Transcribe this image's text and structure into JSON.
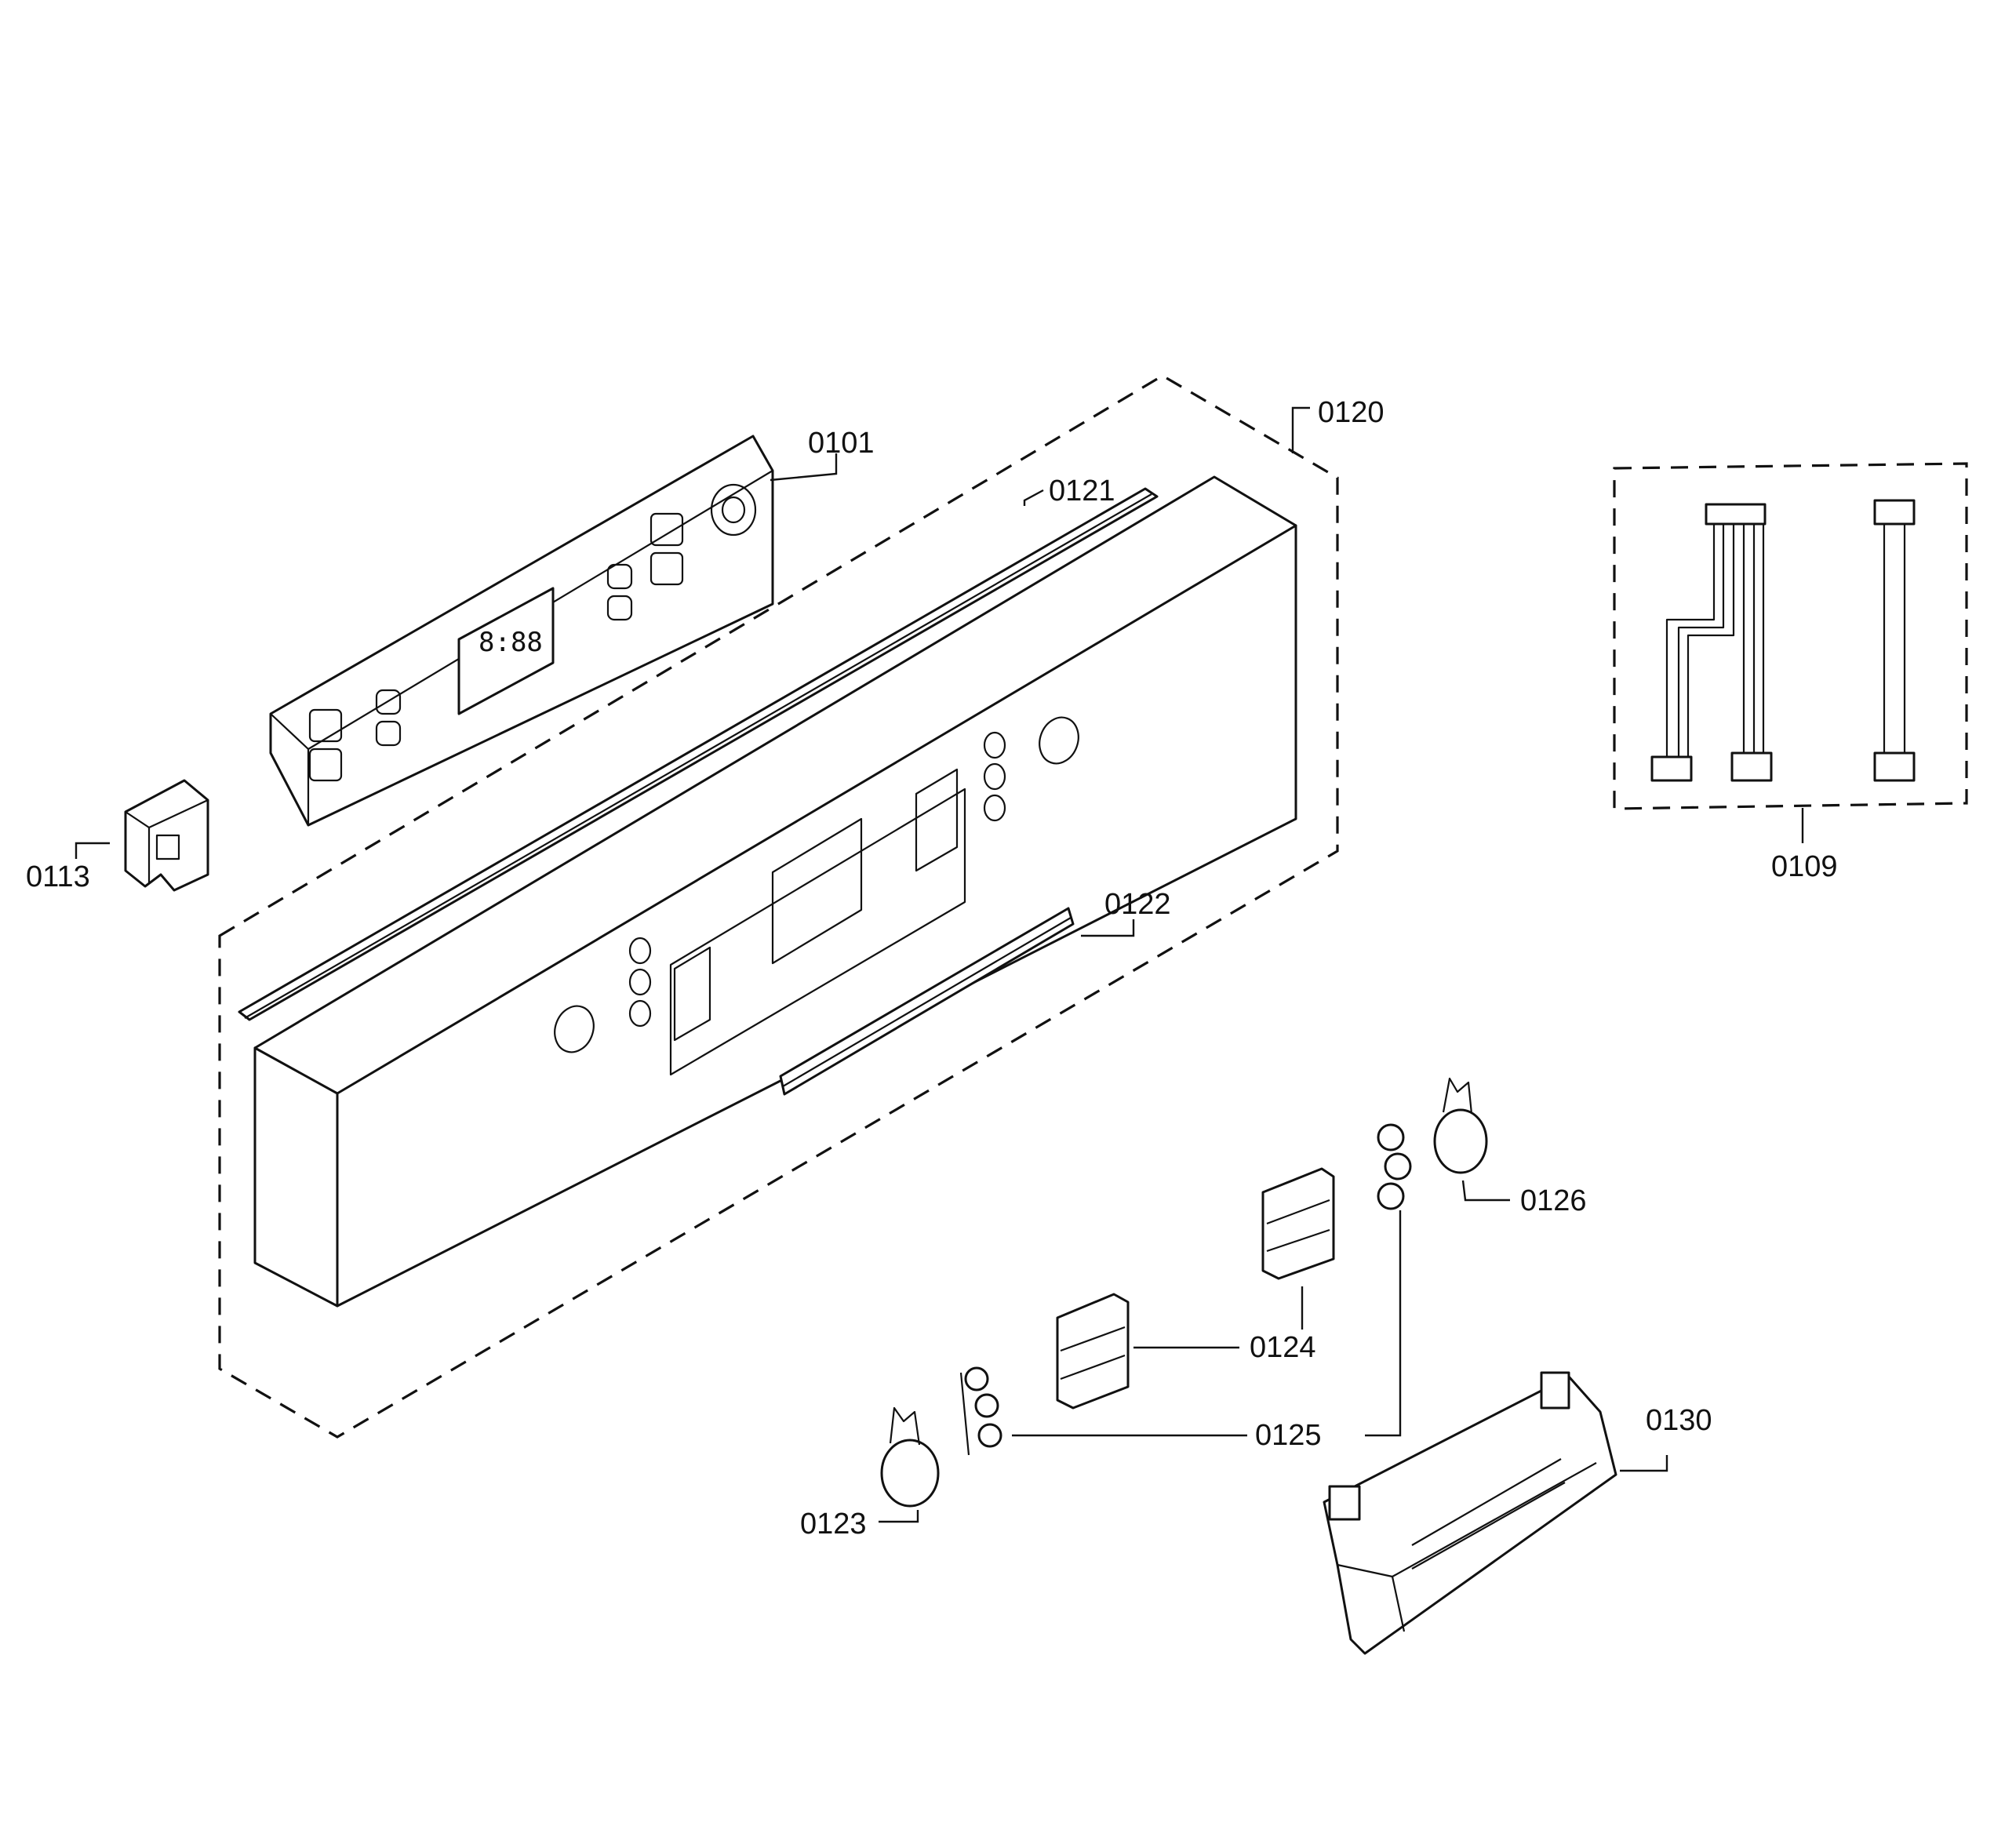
{
  "parts": [
    {
      "id": "p0101",
      "number": "0101"
    },
    {
      "id": "p0109",
      "number": "0109"
    },
    {
      "id": "p0113",
      "number": "0113"
    },
    {
      "id": "p0120",
      "number": "0120"
    },
    {
      "id": "p0121",
      "number": "0121"
    },
    {
      "id": "p0122",
      "number": "0122"
    },
    {
      "id": "p0123",
      "number": "0123"
    },
    {
      "id": "p0124",
      "number": "0124"
    },
    {
      "id": "p0125",
      "number": "0125"
    },
    {
      "id": "p0126",
      "number": "0126"
    },
    {
      "id": "p0130",
      "number": "0130"
    }
  ],
  "display_readout": "8:88"
}
